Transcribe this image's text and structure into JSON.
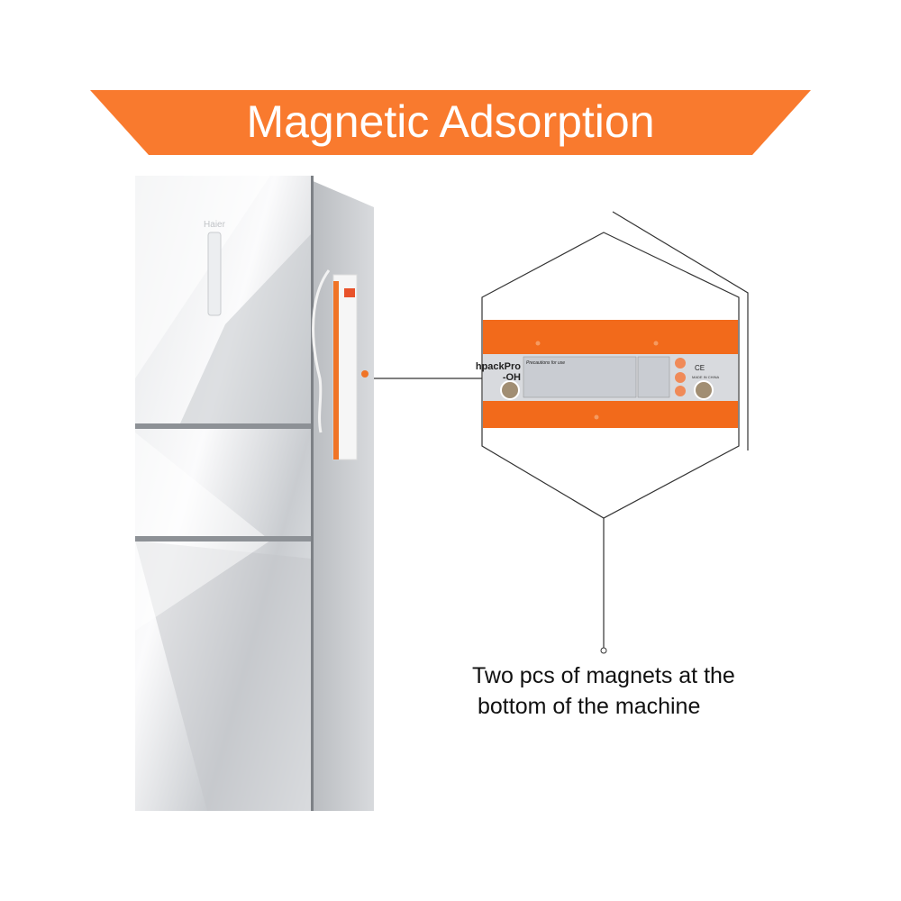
{
  "banner": {
    "title": "Magnetic Adsorption",
    "color": "#f97a2e"
  },
  "fridge": {
    "brand": "Haier"
  },
  "detail": {
    "model_line1": "hpackPro",
    "model_line2": "-OH",
    "precautions_heading": "Precautions for use",
    "made_in": "MADE IN CHINA",
    "ce_mark": "CE"
  },
  "caption": {
    "line1": "Two pcs of magnets at the",
    "line2": "bottom of the machine"
  }
}
